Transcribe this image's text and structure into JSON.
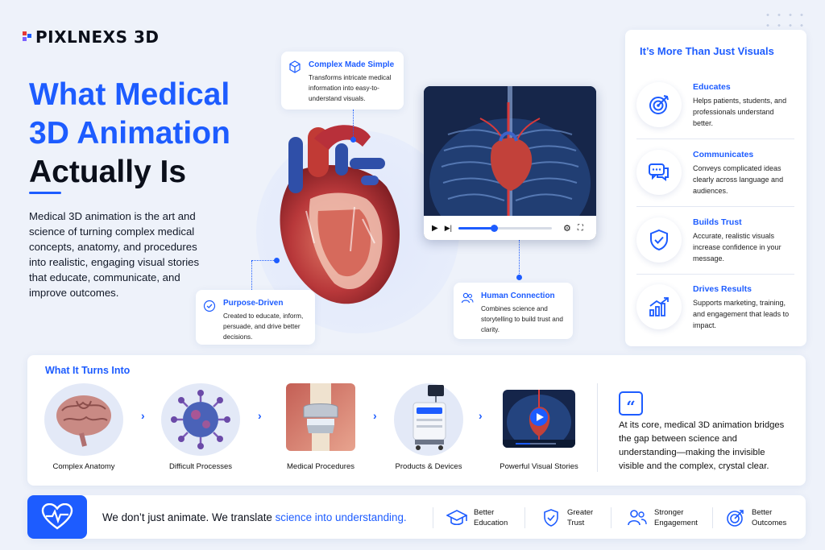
{
  "brand": {
    "name": "PIXLNEXS 3D"
  },
  "hero": {
    "title_line1": "What Medical",
    "title_line2": "3D Animation",
    "title_line3": "Actually Is",
    "intro": "Medical 3D animation is the art and science of turning complex medical concepts, anatomy, and procedures into realistic, engaging visual stories that educate, communicate, and improve outcomes."
  },
  "callouts": [
    {
      "title": "Complex Made Simple",
      "text": "Transforms intricate medical information into easy-to-understand visuals.",
      "icon": "cube-icon"
    },
    {
      "title": "Purpose-Driven",
      "text": "Created to educate, inform, persuade, and drive better decisions.",
      "icon": "target-check-icon"
    },
    {
      "title": "Human Connection",
      "text": "Combines science and storytelling to build trust and clarity.",
      "icon": "people-icon"
    }
  ],
  "video": {
    "progress": 0.38
  },
  "side": {
    "title": "It’s More Than Just Visuals",
    "items": [
      {
        "title": "Educates",
        "text": "Helps patients, students, and professionals understand better.",
        "icon": "target-icon"
      },
      {
        "title": "Communicates",
        "text": "Conveys complicated ideas clearly across language and audiences.",
        "icon": "chat-icon"
      },
      {
        "title": "Builds Trust",
        "text": "Accurate, realistic visuals increase confidence in your message.",
        "icon": "shield-check-icon"
      },
      {
        "title": "Drives Results",
        "text": "Supports marketing, training, and engagement that leads to impact.",
        "icon": "chart-growth-icon"
      }
    ]
  },
  "turns_into": {
    "title": "What It Turns Into",
    "items": [
      {
        "label": "Complex Anatomy",
        "icon": "brain-icon"
      },
      {
        "label": "Difficult Processes",
        "icon": "virus-icon"
      },
      {
        "label": "Medical Procedures",
        "icon": "knee-implant-icon"
      },
      {
        "label": "Products & Devices",
        "icon": "medical-device-icon"
      },
      {
        "label": "Powerful Visual Stories",
        "icon": "video-icon"
      }
    ]
  },
  "quote": "At its core, medical 3D animation bridges the gap between science and understanding—making the invisible visible and the complex, crystal clear.",
  "footer": {
    "text_plain": "We don’t just animate. We translate ",
    "text_highlight": "science into understanding.",
    "items": [
      {
        "line1": "Better",
        "line2": "Education",
        "icon": "graduation-cap-icon"
      },
      {
        "line1": "Greater",
        "line2": "Trust",
        "icon": "shield-check-icon"
      },
      {
        "line1": "Stronger",
        "line2": "Engagement",
        "icon": "people-icon"
      },
      {
        "line1": "Better",
        "line2": "Outcomes",
        "icon": "target-check-icon"
      }
    ]
  },
  "colors": {
    "accent": "#1d5cff",
    "dark": "#0b0f1a",
    "background": "#eef2fa"
  }
}
